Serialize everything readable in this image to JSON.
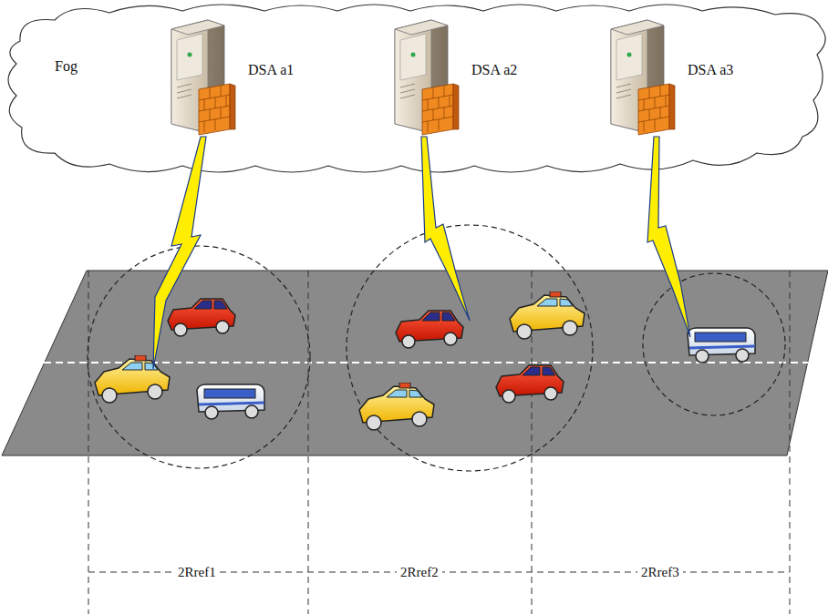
{
  "diagram": {
    "nodes": [
      {
        "text": [
          "Fog"
        ]
      },
      {
        "text": [
          "DSA a1"
        ],
        "in": 0
      },
      {
        "text": [
          "DSA a2"
        ],
        "in": 0
      },
      {
        "text": [
          "DSA a3"
        ],
        "in": 0
      }
    ],
    "edges": [],
    "labels": [
      "2Rref1",
      "2Rref2",
      "2Rref3"
    ]
  }
}
